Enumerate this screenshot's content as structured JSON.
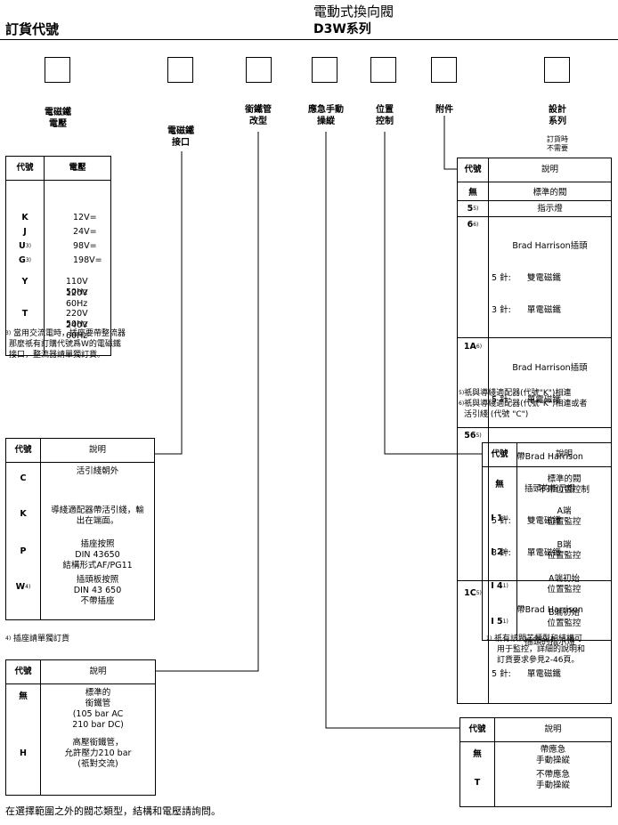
{
  "header": {
    "left_title": "訂貨代號",
    "right_title": "電動式換向閥",
    "right_subtitle": "D3W系列"
  },
  "code_fields": {
    "voltage": [
      "電磁鐵",
      "電壓"
    ],
    "connector": [
      "電磁鐵",
      "接口"
    ],
    "tube": [
      "銜鐵管",
      "改型"
    ],
    "manual": [
      "應急手動",
      "操縱"
    ],
    "position": [
      "位置",
      "控制"
    ],
    "accessory": [
      "附件"
    ],
    "design": [
      "設計",
      "系列"
    ],
    "design_note": [
      "訂貨時",
      "不需要"
    ]
  },
  "voltage_table": {
    "col_code": "代號",
    "col_desc": "電壓",
    "rows": [
      {
        "code": "K",
        "desc": "12V="
      },
      {
        "code": "J",
        "desc": "24V="
      },
      {
        "code": "U",
        "sup": "3)",
        "desc": "98V="
      },
      {
        "code": "G",
        "sup": "3)",
        "desc": "198V="
      },
      {
        "code": "Y",
        "desc1": "110V 50Hz",
        "desc2": "120V 60Hz"
      },
      {
        "code": "T",
        "desc1": "220V 50Hz",
        "desc2": "240V 60Hz"
      }
    ],
    "note_sup": "3)",
    "note": [
      "當用交流電時，插座要帶整流器",
      "那麼祇有訂購代號爲W的電磁鐵",
      "接口，整流器請單獨訂貨。"
    ]
  },
  "accessory_table": {
    "col_code": "代號",
    "col_desc": "說明",
    "rows": [
      {
        "code": "無",
        "lines": [
          "標準的閥"
        ]
      },
      {
        "code": "5",
        "sup": "5)",
        "lines": [
          "指示燈"
        ]
      },
      {
        "code": "6",
        "sup": "6)",
        "lines": [
          "Brad Harrison插頭",
          "5 針:      雙電磁鐵",
          "3 針:      單電磁鐵"
        ]
      },
      {
        "code": "1A",
        "sup": "6)",
        "lines": [
          "Brad Harrison插頭",
          "5 針:      單電磁鐵"
        ]
      },
      {
        "code": "56",
        "sup": "5)",
        "lines": [
          "帶Brad Harrison",
          "插頭的指示燈",
          "5 針:      雙電磁鐵",
          "3 針:      單電磁鐵"
        ]
      },
      {
        "code": "1C",
        "sup": "5)",
        "lines": [
          "帶Brad Harrison",
          "插頭的指示燈",
          "5 針:      單電磁鐵"
        ]
      }
    ],
    "notes": [
      {
        "sup": "5)",
        "text": "祇與導綫適配器(代號\"K\")相連"
      },
      {
        "sup": "6)",
        "text": "祇與導綫適配器(代號\"K\")相連或者"
      },
      {
        "sup": "",
        "text": "活引綫 (代號 \"C\")"
      }
    ]
  },
  "connector_table": {
    "col_code": "代號",
    "col_desc": "說明",
    "rows": [
      {
        "code": "C",
        "lines": [
          "活引綫朝外"
        ]
      },
      {
        "code": "K",
        "lines": [
          "導綫適配器帶活引綫，輸",
          "出在端面。"
        ]
      },
      {
        "code": "P",
        "lines": [
          "插座按照",
          "DIN 43650",
          "結構形式AF/PG11"
        ]
      },
      {
        "code": "W",
        "sup": "4)",
        "lines": [
          "插頭板按照",
          "DIN 43 650",
          "不帶插座"
        ]
      }
    ],
    "note_sup": "4)",
    "note": "插座請單獨訂貨"
  },
  "position_table": {
    "col_code": "代號",
    "col_desc": "說明",
    "rows": [
      {
        "code": "無",
        "lines": [
          "標準的閥",
          "不帶位置控制"
        ]
      },
      {
        "code": "I 1",
        "sup": "1)",
        "lines": [
          "A端",
          "位置監控"
        ]
      },
      {
        "code": "I 2",
        "sup": "1)",
        "lines": [
          "B端",
          "位置監控"
        ]
      },
      {
        "code": "I 4",
        "sup": "1)",
        "lines": [
          "A端初始",
          "位置監控"
        ]
      },
      {
        "code": "I 5",
        "sup": "1)",
        "lines": [
          "B端初始",
          "位置監控"
        ]
      }
    ],
    "note_sup": "1)",
    "note": [
      "祇有該閥芯類型和結構可",
      "用于監控，詳細的說明和",
      "訂貨要求參見2-46頁。"
    ]
  },
  "tube_table": {
    "col_code": "代號",
    "col_desc": "說明",
    "rows": [
      {
        "code": "無",
        "lines": [
          "標準的",
          "銜鐵管",
          "(105 bar AC",
          "210 bar DC)"
        ]
      },
      {
        "code": "H",
        "lines": [
          "高壓銜鐵管，",
          "允許壓力210 bar",
          "(祇對交流)"
        ]
      }
    ]
  },
  "manual_table": {
    "col_code": "代號",
    "col_desc": "說明",
    "rows": [
      {
        "code": "無",
        "lines": [
          "帶應急",
          "手動操縱"
        ]
      },
      {
        "code": "T",
        "lines": [
          "不帶應急",
          "手動操縱"
        ]
      }
    ]
  },
  "footer": "在選擇範圍之外的閥芯類型，結構和電壓請詢問。"
}
